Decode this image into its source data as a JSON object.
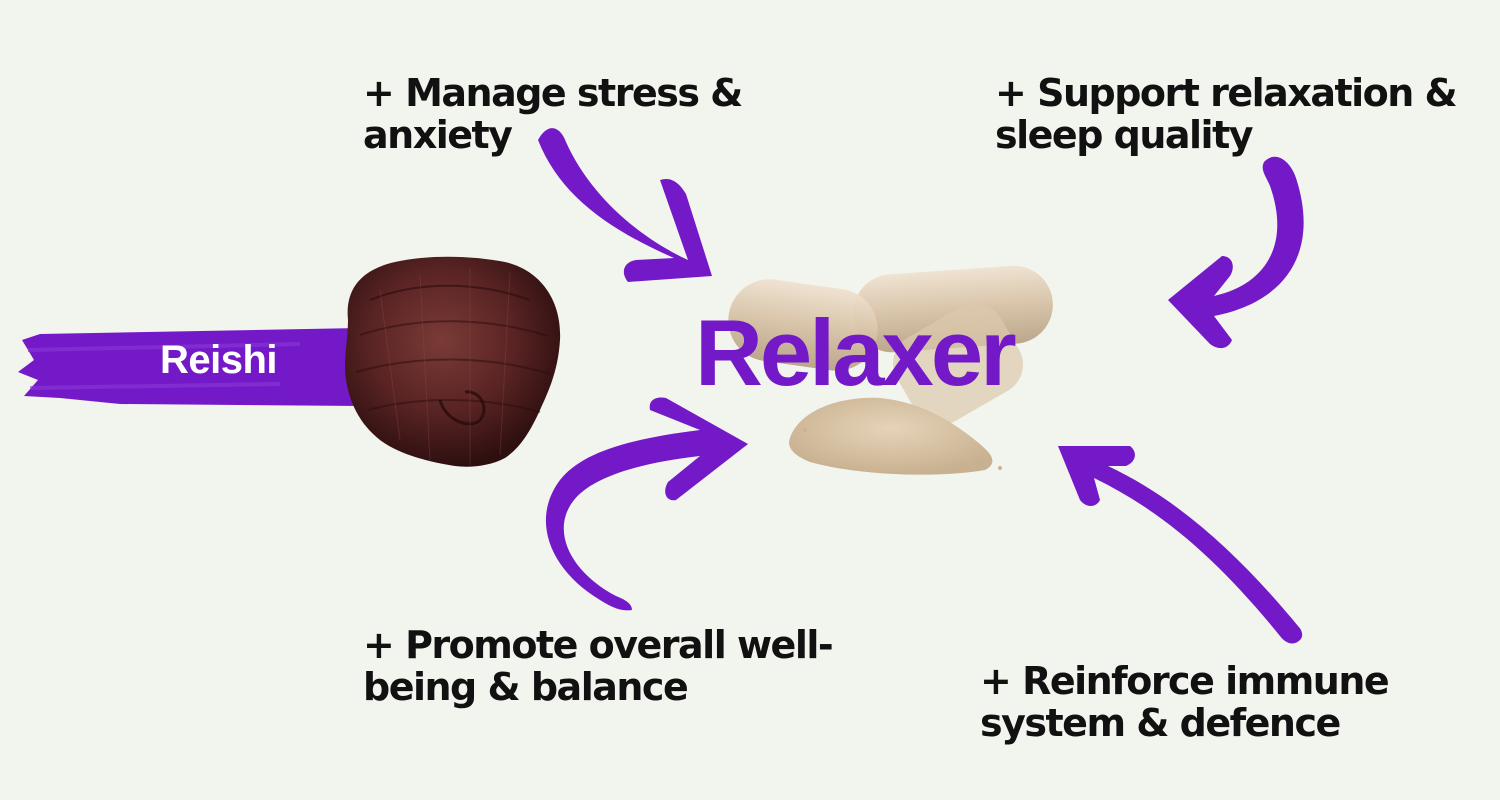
{
  "ingredient": {
    "label": "Reishi"
  },
  "product": {
    "name": "Relaxer"
  },
  "benefits": [
    {
      "text": "+ Manage stress &\nanxiety"
    },
    {
      "text": "+ Support relaxation &\nsleep quality"
    },
    {
      "text": "+ Promote overall well-\nbeing & balance"
    },
    {
      "text": "+ Reinforce immune\nsystem & defence"
    }
  ],
  "colors": {
    "accent": "#7419c7",
    "background": "#f2f4ee",
    "text": "#111111",
    "mushroom": "#4a1d1d"
  }
}
